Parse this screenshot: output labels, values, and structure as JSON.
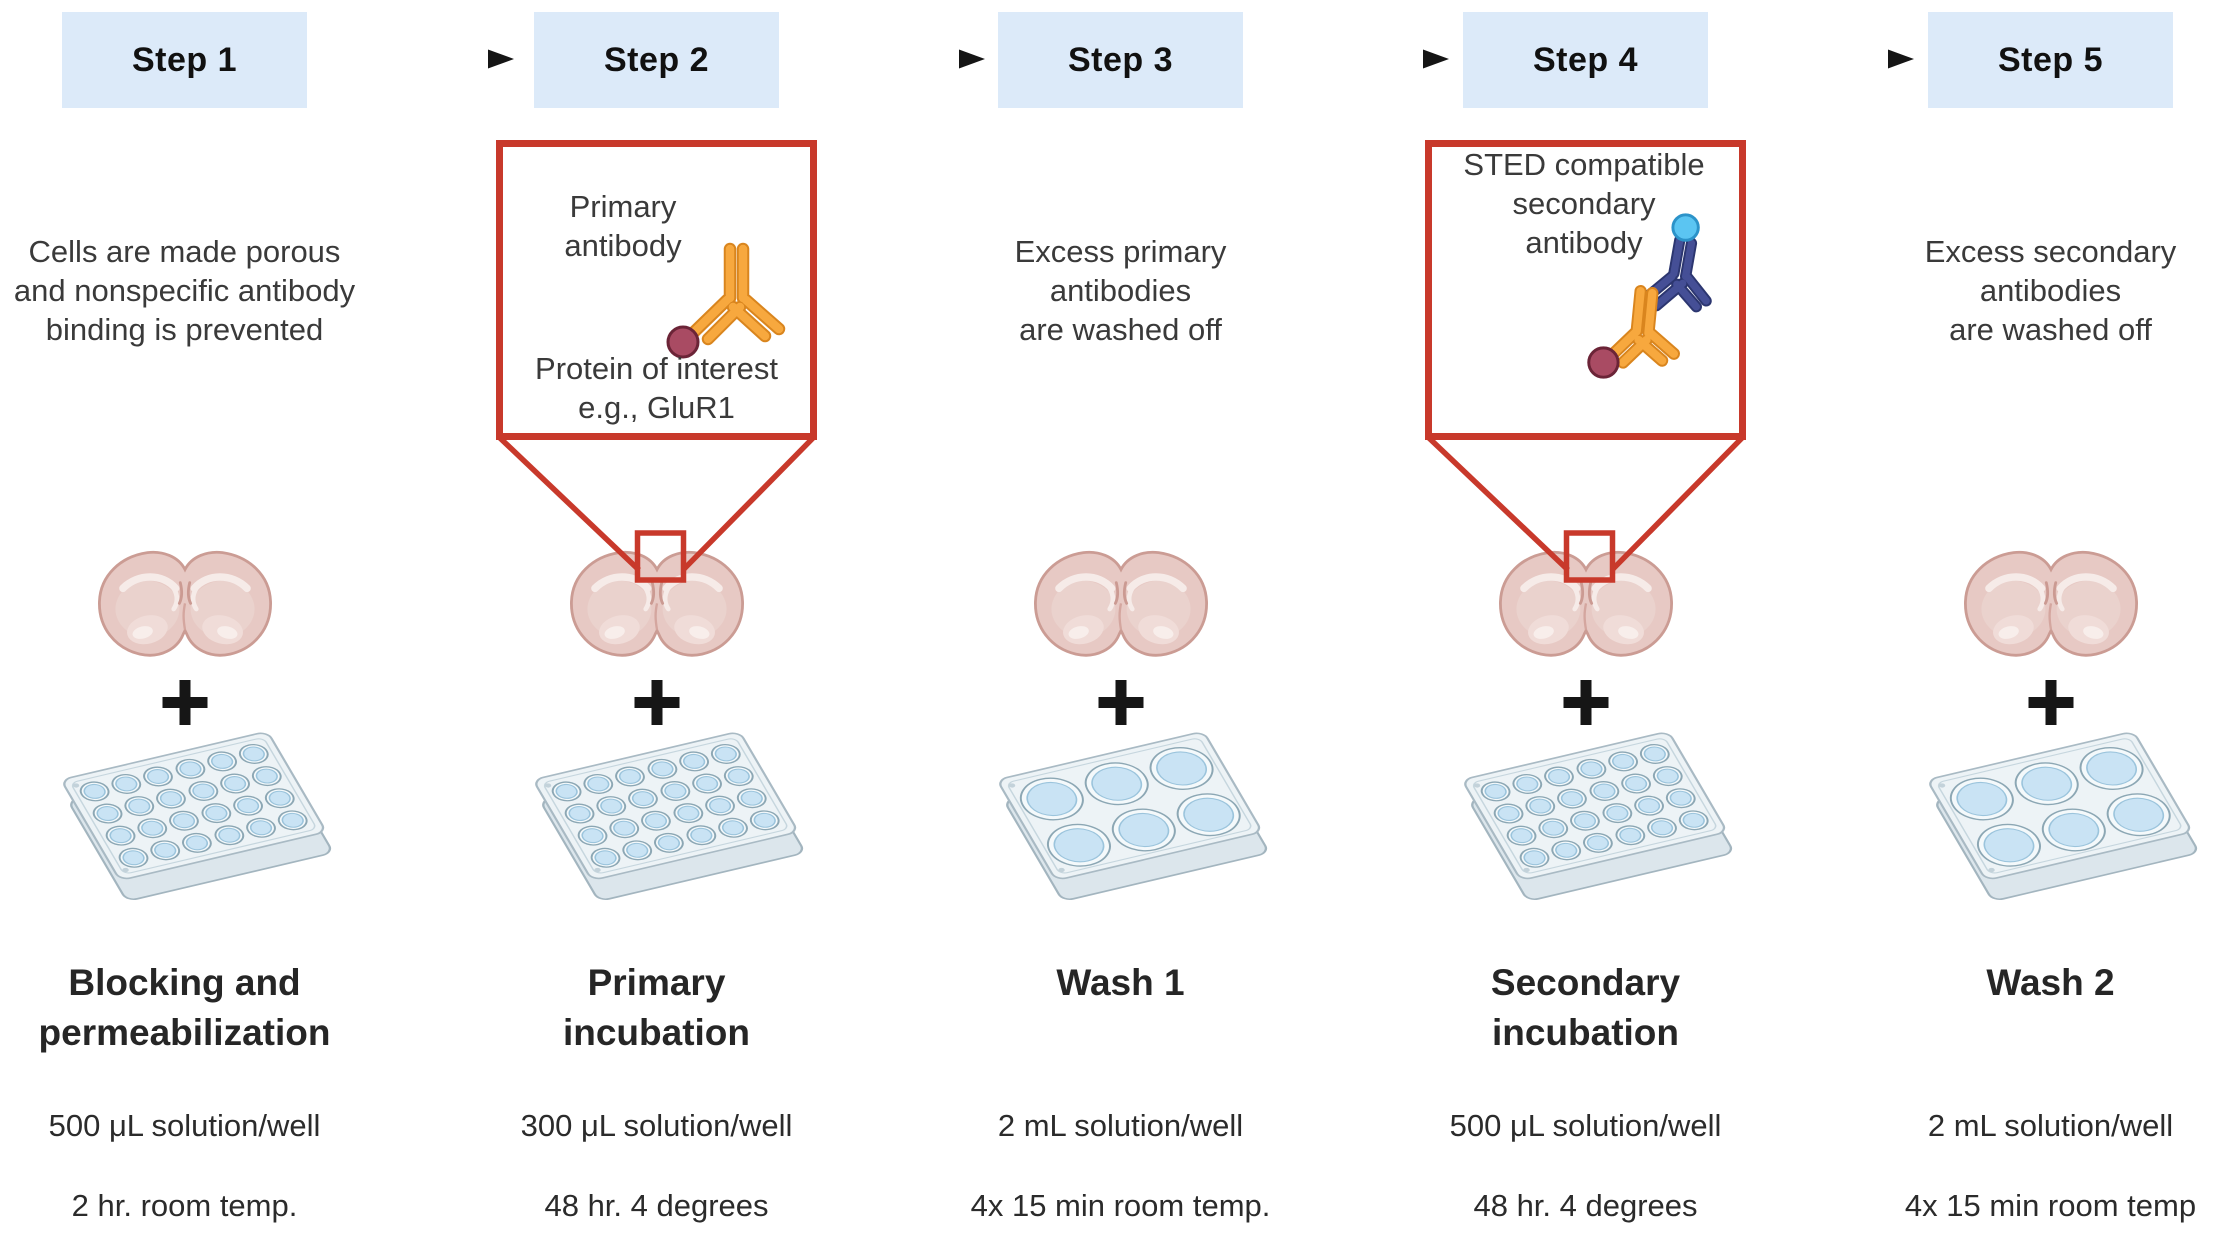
{
  "figure": {
    "type": "protocol-flow-diagram",
    "subject": "Immunohistochemistry staining protocol with STED-compatible antibodies"
  },
  "steps": [
    {
      "label": "Step 1",
      "description": "Cells are made porous\nand nonspecific antibody\nbinding is prevented",
      "title": "Blocking and\npermeabilization",
      "volume": "500 μL solution/well",
      "duration": "2 hr. room temp.",
      "plate": "24-well plate",
      "specimen": "brain slice"
    },
    {
      "label": "Step 2",
      "callout": {
        "label": "Primary\nantibody",
        "sublabel": "Protein of interest\ne.g., GluR1"
      },
      "title": "Primary\nincubation",
      "volume": "300 μL solution/well",
      "duration": "48 hr. 4 degrees",
      "plate": "24-well plate",
      "specimen": "brain slice"
    },
    {
      "label": "Step 3",
      "description": "Excess primary\nantibodies\nare washed off",
      "title": "Wash 1",
      "volume": "2 mL solution/well",
      "duration": "4x 15 min room temp.",
      "plate": "6-well plate",
      "specimen": "brain slice"
    },
    {
      "label": "Step 4",
      "callout": {
        "label": "STED compatible\nsecondary\nantibody"
      },
      "title": "Secondary\nincubation",
      "volume": "500 μL solution/well",
      "duration": "48 hr. 4 degrees",
      "plate": "24-well plate",
      "specimen": "brain slice"
    },
    {
      "label": "Step 5",
      "description": "Excess secondary\nantibodies\nare washed off",
      "title": "Wash 2",
      "volume": "2 mL solution/well",
      "duration": "4x 15 min room temp",
      "plate": "6-well plate",
      "specimen": "brain slice"
    }
  ],
  "icons": {
    "plus": "plus-icon (black cross between specimen and plate)",
    "brain": "brain-slice-icon (pink coronal rodent brain section)",
    "plate_24_well": "well-plate-24-icon (4 x 6 wells, light blue)",
    "plate_6_well": "well-plate-6-icon (2 x 3 wells, light blue)",
    "primary_antibody": "primary-antibody-icon (orange Y with maroon antigen dot)",
    "secondary_antibody": "sted-secondary-antibody-icon (navy Y with cyan fluorophore bound to orange primary)",
    "arrow": "right-arrow-icon (black, fading tail)",
    "zoom_callout": "red magnifier funnel from box to small rectangle on brain"
  },
  "colors": {
    "step_box_bg": "#DCEAF9",
    "callout_red": "#C8392B",
    "antibody_orange": "#F7A83E",
    "antigen_maroon": "#A94B63",
    "secondary_navy": "#454F96",
    "fluorophore_cyan": "#5BC5F2",
    "brain_pink": "#E7C9C4",
    "well_blue": "#C9E3F4",
    "plate_gray_blue": "#EDF3F6",
    "arrow_black": "#151515",
    "text_dark": "#333333"
  }
}
